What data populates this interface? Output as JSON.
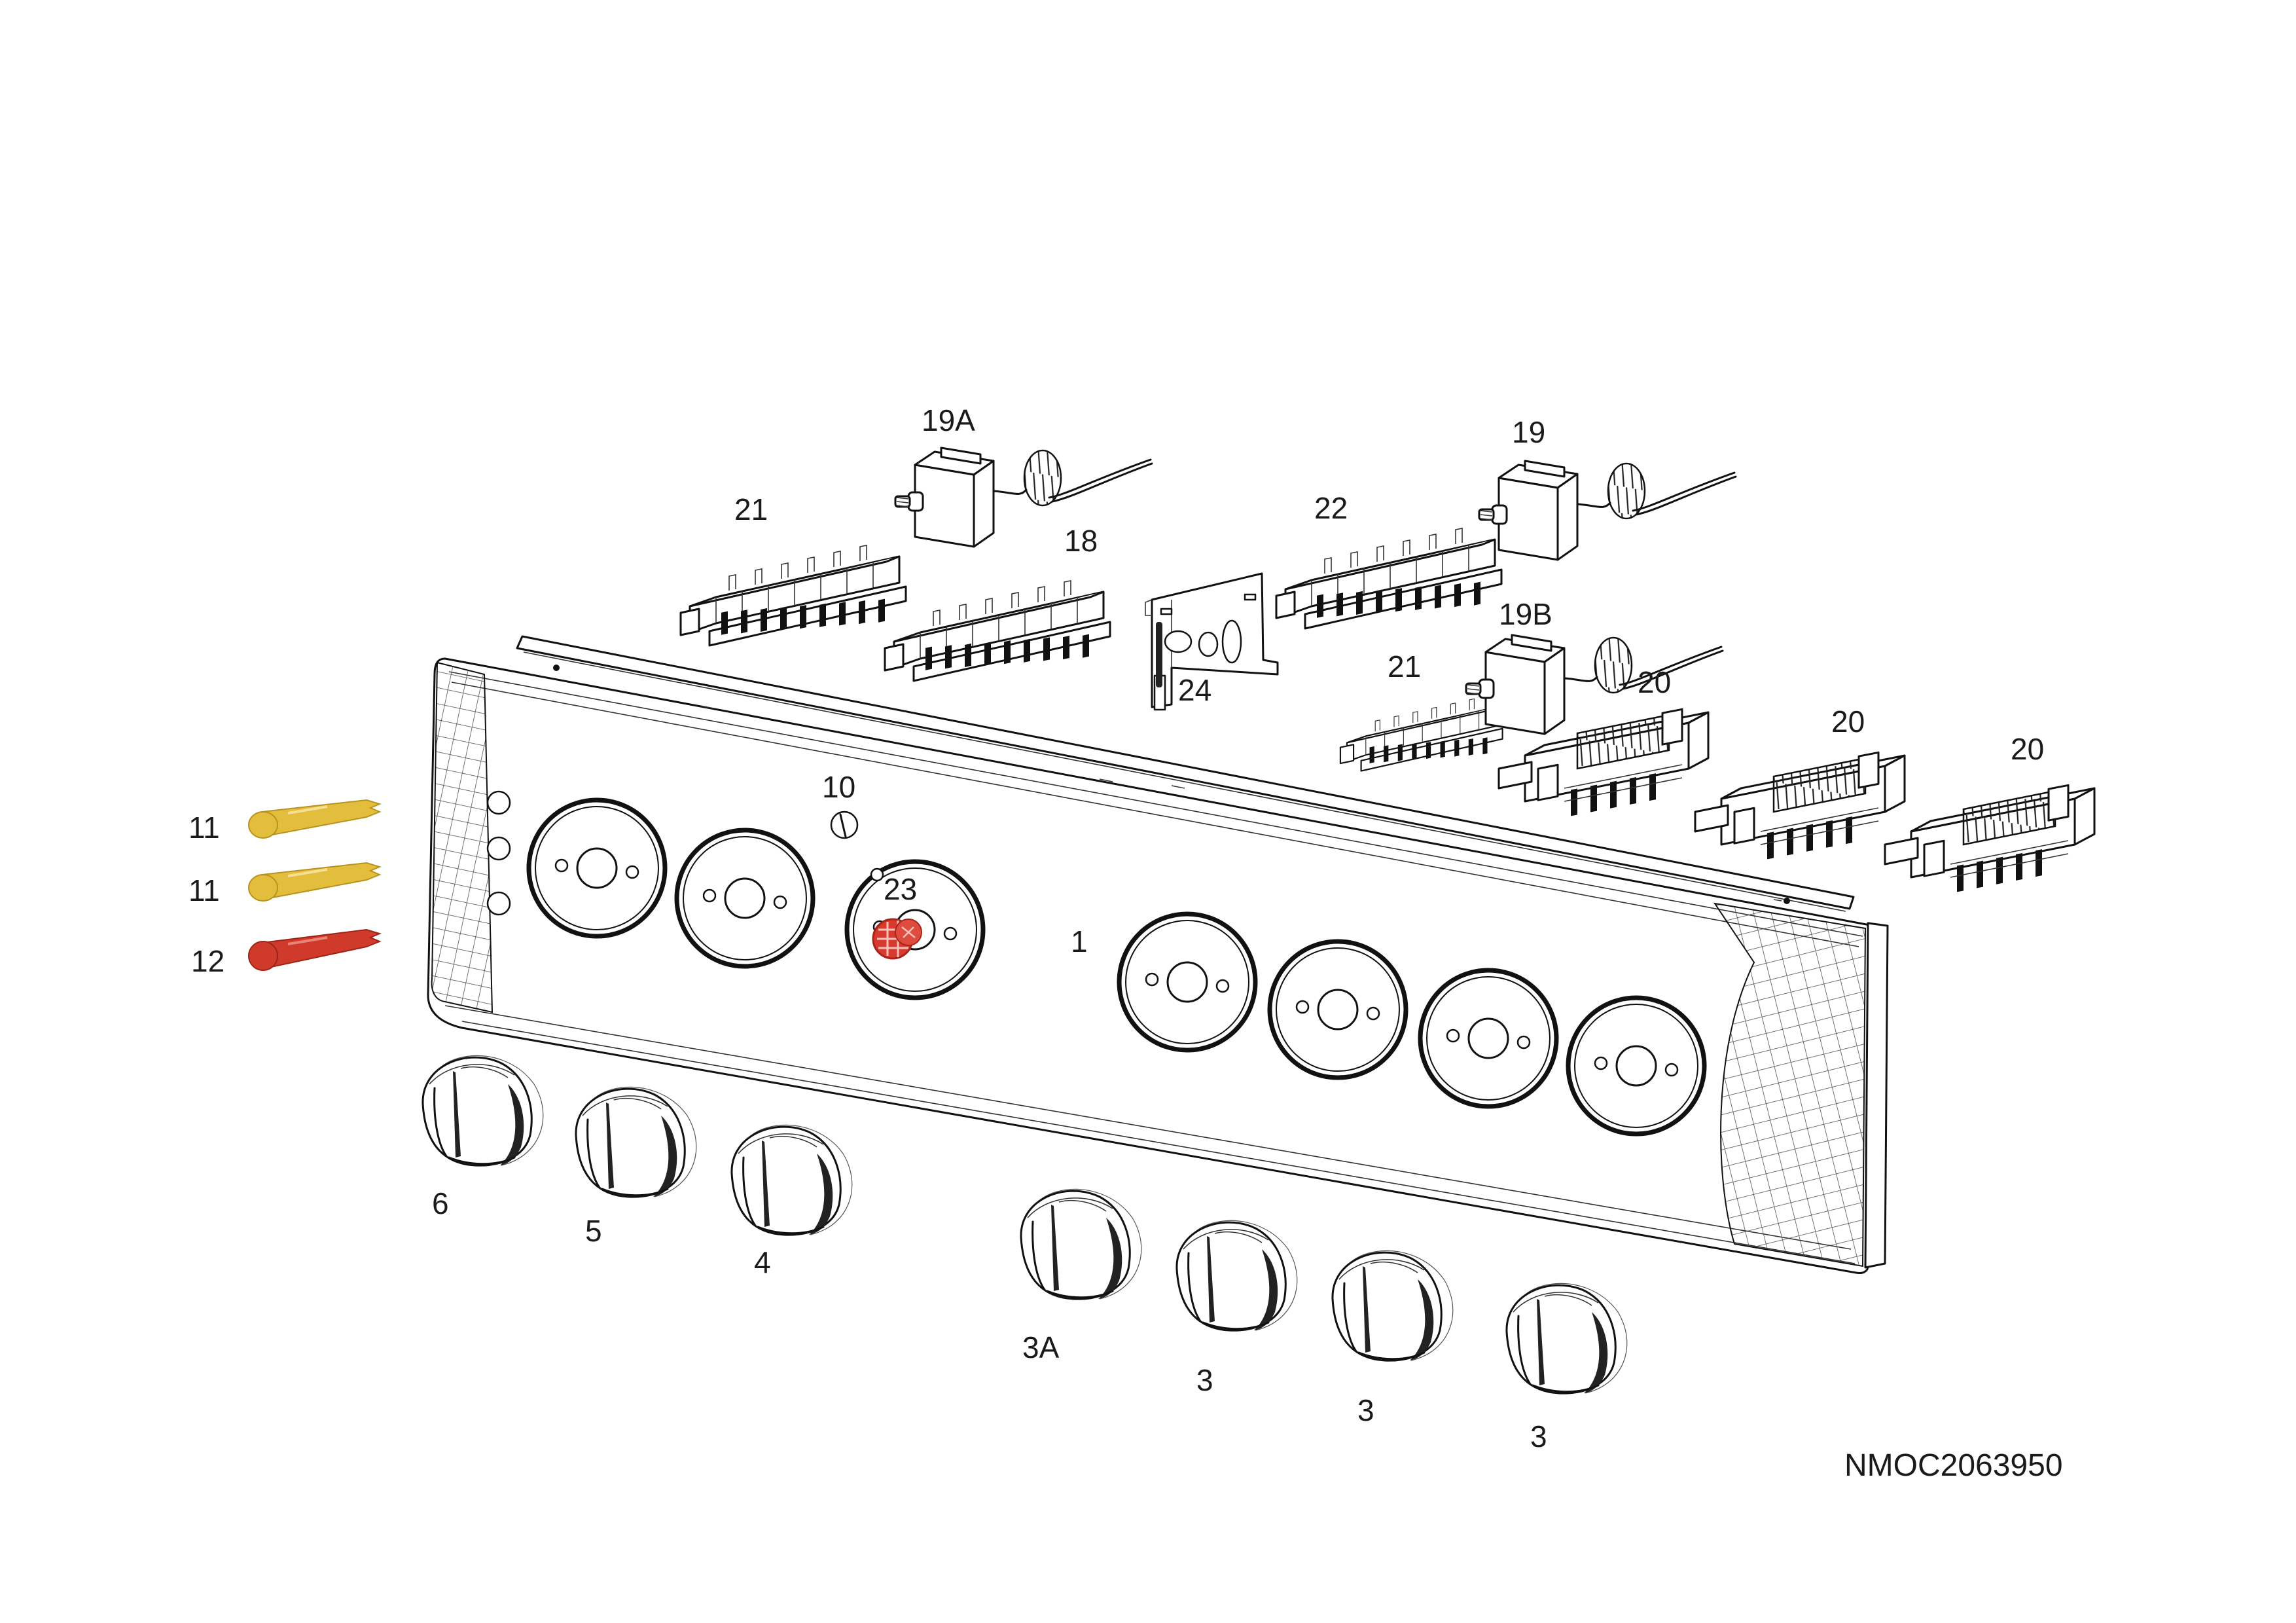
{
  "figure": {
    "drawing_code": "NMOC2063950",
    "colors": {
      "indicator_yellow": "#e3bd3c",
      "indicator_red": "#cf3a2a",
      "outline": "#111111"
    }
  },
  "callouts": {
    "panel": "1",
    "knob_3": "3",
    "knob_3a": "3A",
    "knob_4": "4",
    "knob_5": "5",
    "knob_6": "6",
    "lamp_housing_10": "10",
    "indicator_11": "11",
    "indicator_12": "12",
    "switch_18": "18",
    "thermostat_19": "19",
    "thermostat_19a": "19A",
    "thermostat_19b": "19B",
    "switch_20": "20",
    "switch_21": "21",
    "switch_22": "22",
    "lamp_23": "23",
    "bracket_24": "24"
  }
}
